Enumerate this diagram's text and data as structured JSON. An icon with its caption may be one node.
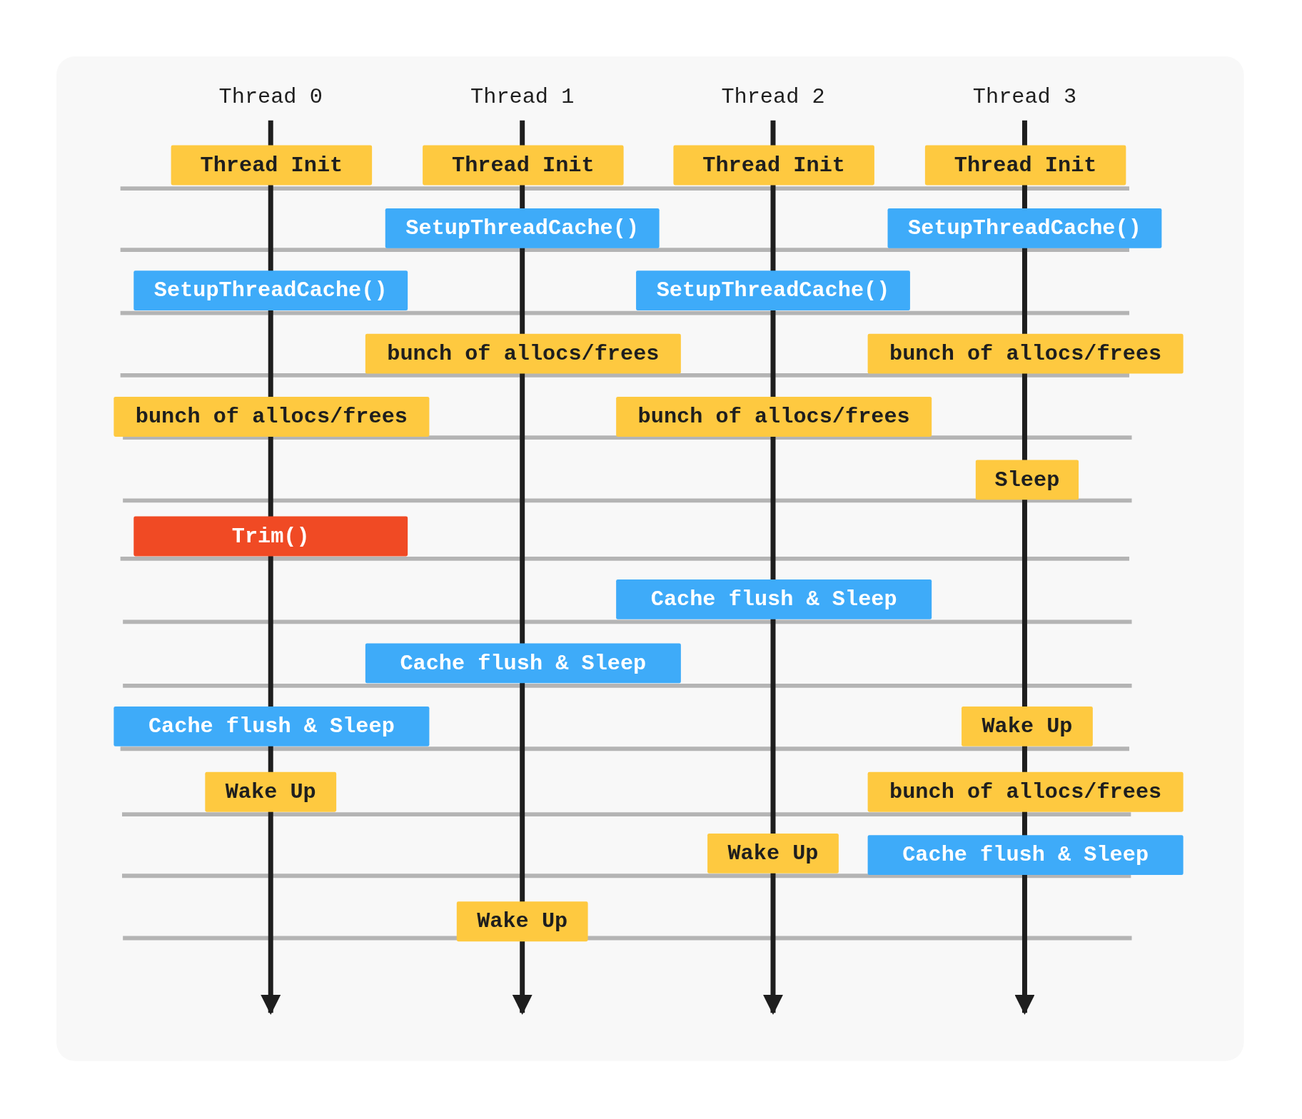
{
  "diagram": {
    "nodes": [
      {
        "text": [
          "Thread 0"
        ]
      },
      {
        "text": [
          "Thread 1"
        ]
      },
      {
        "text": [
          "Thread 2"
        ]
      },
      {
        "text": [
          "Thread 3"
        ]
      },
      {
        "text": [
          "Thread Init"
        ]
      },
      {
        "text": [
          "Thread Init"
        ]
      },
      {
        "text": [
          "Thread Init"
        ]
      },
      {
        "text": [
          "Thread Init"
        ]
      },
      {
        "text": [
          "SetupThreadCache()"
        ]
      },
      {
        "text": [
          "SetupThreadCache()"
        ]
      },
      {
        "text": [
          "SetupThreadCache()"
        ]
      },
      {
        "text": [
          "SetupThreadCache()"
        ]
      },
      {
        "text": [
          "bunch of allocs/frees"
        ]
      },
      {
        "text": [
          "bunch of allocs/frees"
        ]
      },
      {
        "text": [
          "bunch of allocs/frees"
        ]
      },
      {
        "text": [
          "bunch of allocs/frees"
        ]
      },
      {
        "text": [
          "Sleep"
        ]
      },
      {
        "text": [
          "Trim()"
        ]
      },
      {
        "text": [
          "Cache flush & Sleep"
        ]
      },
      {
        "text": [
          "Cache flush & Sleep"
        ]
      },
      {
        "text": [
          "Cache flush & Sleep"
        ]
      },
      {
        "text": [
          "Wake Up"
        ]
      },
      {
        "text": [
          "Wake Up"
        ]
      },
      {
        "text": [
          "bunch of allocs/frees"
        ]
      },
      {
        "text": [
          "Wake Up"
        ]
      },
      {
        "text": [
          "Cache flush & Sleep"
        ]
      },
      {
        "text": [
          "Wake Up"
        ]
      }
    ],
    "edges": [
      {
        "from": 0,
        "to": null,
        "arrow": "to"
      },
      {
        "from": 1,
        "to": null,
        "arrow": "to"
      },
      {
        "from": 2,
        "to": null,
        "arrow": "to"
      },
      {
        "from": 3,
        "to": null,
        "arrow": "to"
      }
    ]
  }
}
